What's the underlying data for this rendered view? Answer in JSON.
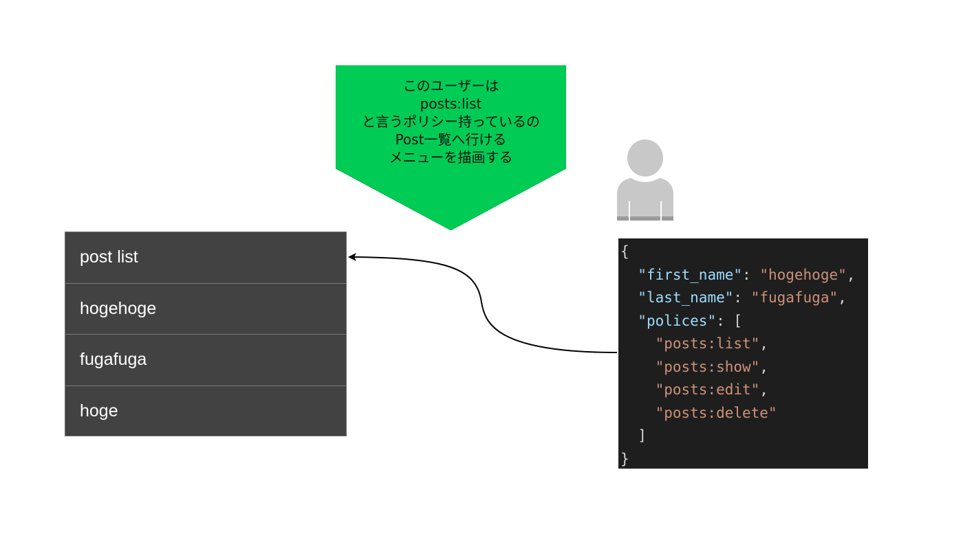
{
  "callout": {
    "color": "#00cc55",
    "lines": [
      "このユーザーは",
      "posts:list",
      "と言うポリシー持っているの",
      "Post一覧へ行ける",
      "メニューを描画する"
    ]
  },
  "menu": {
    "items": [
      "post list",
      "hogehoge",
      "fugafuga",
      "hoge"
    ]
  },
  "user_icon": "user-silhouette-icon",
  "code": {
    "open_brace": "{",
    "first_name_key": "\"first_name\"",
    "first_name_value": "\"hogehoge\"",
    "last_name_key": "\"last_name\"",
    "last_name_value": "\"fugafuga\"",
    "polices_key": "\"polices\"",
    "polices_values": [
      "\"posts:list\"",
      "\"posts:show\"",
      "\"posts:edit\"",
      "\"posts:delete\""
    ],
    "close_bracket": "]",
    "close_brace": "}"
  }
}
